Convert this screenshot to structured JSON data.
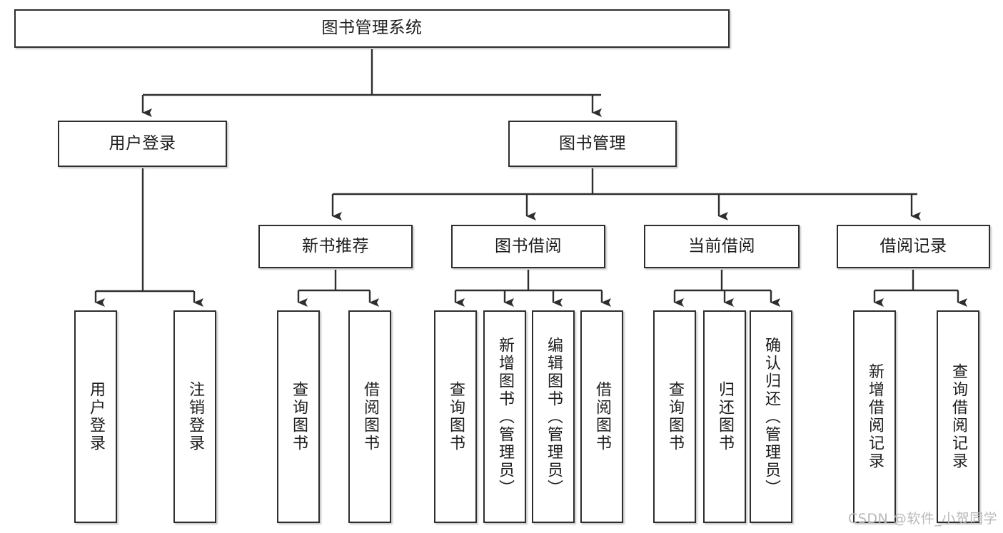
{
  "diagram": {
    "title": "图书管理系统",
    "watermark": "CSDN @软件_小贺同学",
    "colors": {
      "box_border": "#2e2e2e",
      "box_fill": "#ffffff",
      "edge": "#2e2e2e",
      "text": "#1d1d1d",
      "watermark": "#b9b9b9",
      "background": "#ffffff"
    },
    "nodes": {
      "root": "图书管理系统",
      "level2": [
        "用户登录",
        "图书管理"
      ],
      "level3": [
        "新书推荐",
        "图书借阅",
        "当前借阅",
        "借阅记录"
      ],
      "leaves_user_login": [
        "用户登录",
        "注销登录"
      ],
      "leaves_new_books": [
        "查询图书",
        "借阅图书"
      ],
      "leaves_borrow": [
        "查询图书",
        "新增图书（管理员）",
        "编辑图书（管理员）",
        "借阅图书"
      ],
      "leaves_current": [
        "查询图书",
        "归还图书",
        "确认归还（管理员）"
      ],
      "leaves_records": [
        "新增借阅记录",
        "查询借阅记录"
      ]
    }
  }
}
